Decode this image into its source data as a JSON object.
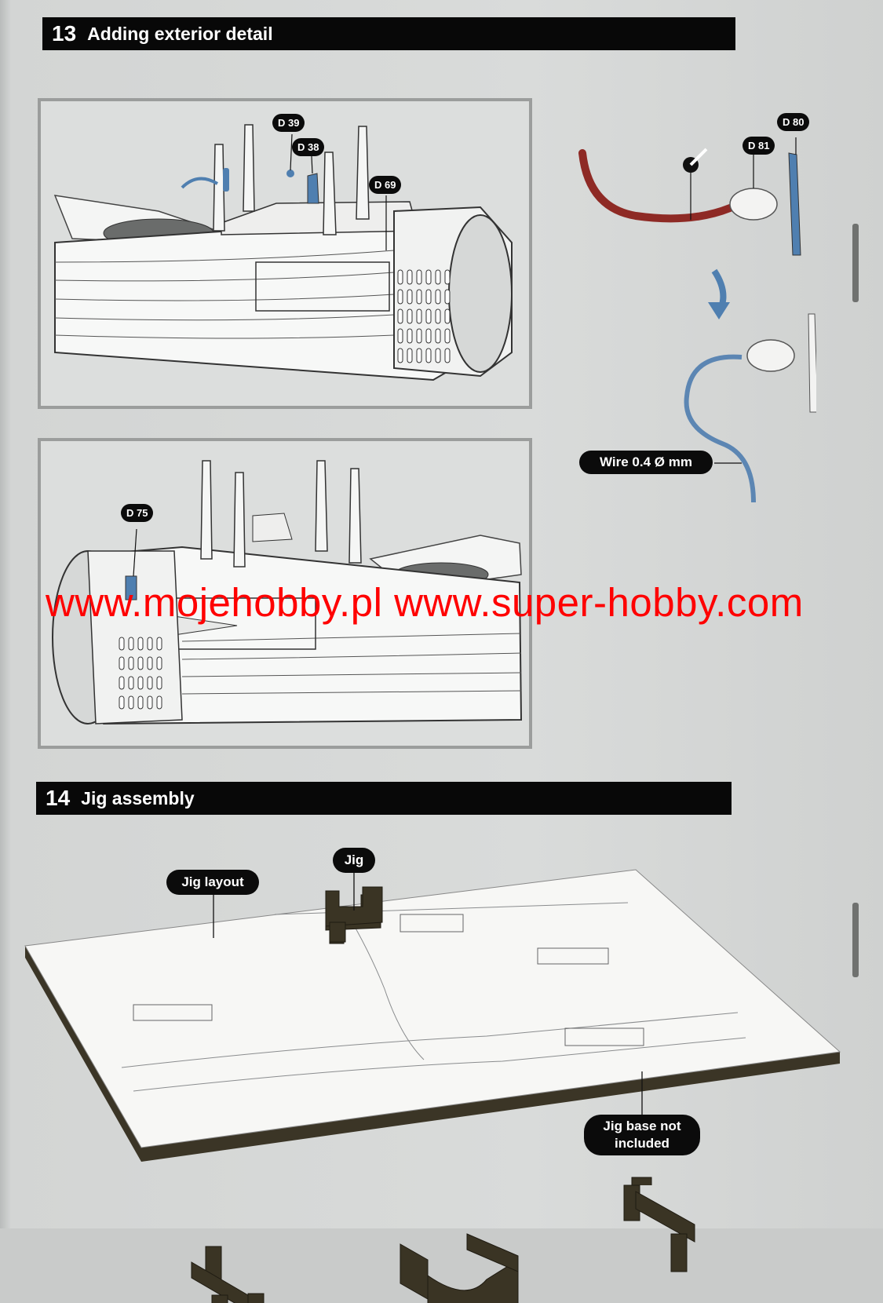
{
  "step13": {
    "number": "13",
    "title": "Adding exterior detail"
  },
  "step14": {
    "number": "14",
    "title": "Jig assembly"
  },
  "callouts": {
    "d39": "D 39",
    "d38": "D 38",
    "d69": "D 69",
    "d81": "D 81",
    "d80": "D 80",
    "d75": "D 75"
  },
  "wire_label": "Wire 0.4 Ø mm",
  "jig_labels": {
    "jig_layout": "Jig layout",
    "jig": "Jig",
    "jig_base": "Jig base not included"
  },
  "watermark": "www.mojehobby.pl www.super-hobby.com",
  "colors": {
    "header_bg": "#080808",
    "watermark": "#ff0000",
    "part_blue": "#4f7fb0",
    "wire_red": "#8e2a25",
    "jig_brown": "#3a3424"
  }
}
